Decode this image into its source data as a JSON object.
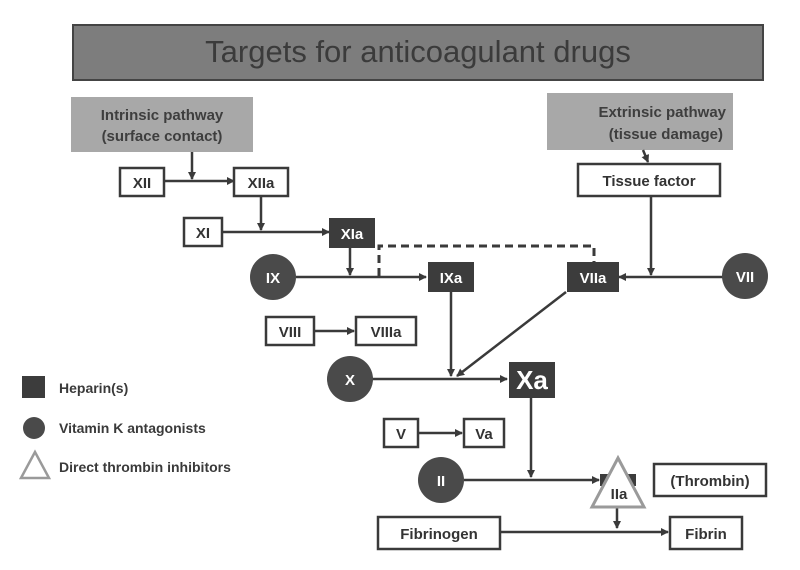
{
  "title": "Targets for anticoagulant drugs",
  "colors": {
    "title_bg": "#7d7d7d",
    "pathway_bg": "#a8a8a8",
    "heparin_target": "#3c3c3c",
    "vka_target": "#4a4a4a",
    "dti_triangle_stroke": "#9a9a9a",
    "line": "#3a3a3a"
  },
  "pathways": {
    "intrinsic": {
      "line1": "Intrinsic  pathway",
      "line2": "(surface  contact)"
    },
    "extrinsic": {
      "line1": "Extrinsic  pathway",
      "line2": "(tissue  damage)"
    }
  },
  "nodes": {
    "xii": "XII",
    "xiia": "XIIa",
    "xi": "XI",
    "xia": "XIa",
    "ix": "IX",
    "ixa": "IXa",
    "viia": "VIIa",
    "vii": "VII",
    "tissue_factor": "Tissue  factor",
    "viii": "VIII",
    "viiia": "VIIIa",
    "x": "X",
    "xa": "Xa",
    "v": "V",
    "va": "Va",
    "ii": "II",
    "iia": "IIa",
    "thrombin": "(Thrombin)",
    "fibrinogen": "Fibrinogen",
    "fibrin": "Fibrin"
  },
  "legend": [
    {
      "shape": "square",
      "label": "Heparin(s)"
    },
    {
      "shape": "circle",
      "label": "Vitamin K antagonists"
    },
    {
      "shape": "triangle",
      "label": "Direct thrombin inhibitors"
    }
  ]
}
